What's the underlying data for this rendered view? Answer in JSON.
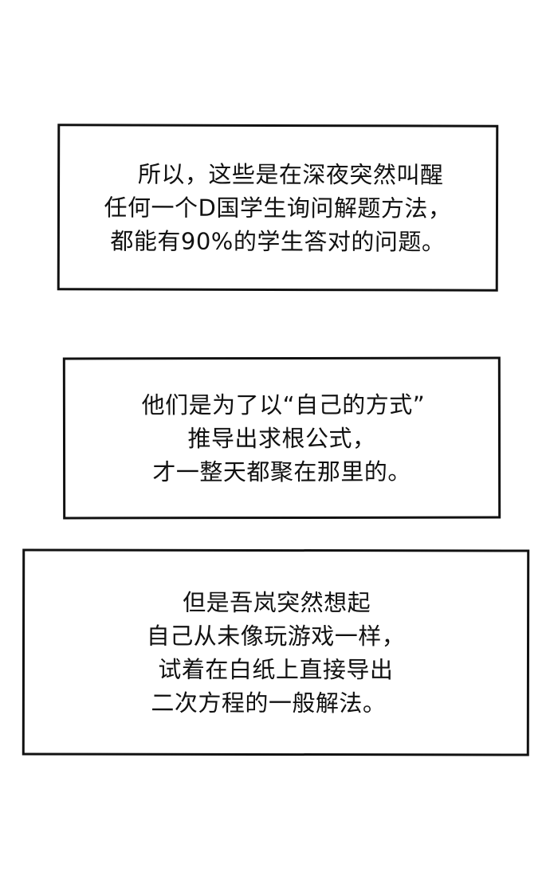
{
  "panels": [
    {
      "lines": [
        "所以，这些是在深夜突然叫醒",
        "任何一个D国学生询问解题方法，",
        "都能有90%的学生答对的问题。"
      ]
    },
    {
      "lines": [
        "他们是为了以“自己的方式”",
        "推导出求根公式，",
        "才一整天都聚在那里的。"
      ]
    },
    {
      "lines": [
        "但是吾岚突然想起",
        "自己从未像玩游戏一样，",
        "试着在白纸上直接导出",
        "二次方程的一般解法。"
      ]
    }
  ]
}
